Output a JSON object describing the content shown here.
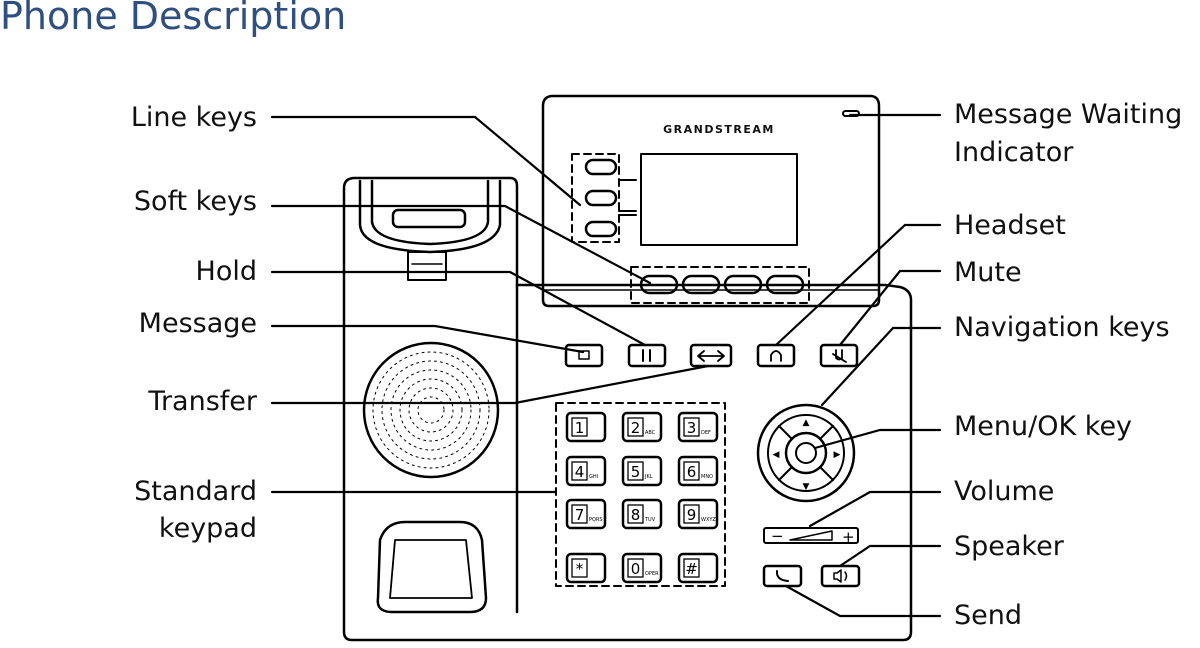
{
  "title": "Phone Description",
  "brand": "GRANDSTREAM",
  "labels_left": {
    "line_keys": "Line keys",
    "soft_keys": "Soft keys",
    "hold": "Hold",
    "message": "Message",
    "transfer": "Transfer",
    "standard_keypad_line1": "Standard",
    "standard_keypad_line2": "keypad"
  },
  "labels_right": {
    "mwi_line1": "Message Waiting",
    "mwi_line2": "Indicator",
    "headset": "Headset",
    "mute": "Mute",
    "navigation_keys": "Navigation keys",
    "menu_ok_key": "Menu/OK key",
    "volume": "Volume",
    "speaker": "Speaker",
    "send": "Send"
  },
  "keypad": {
    "keys": [
      {
        "main": "1",
        "sub": ""
      },
      {
        "main": "2",
        "sub": "ABC"
      },
      {
        "main": "3",
        "sub": "DEF"
      },
      {
        "main": "4",
        "sub": "GHI"
      },
      {
        "main": "5",
        "sub": "JKL"
      },
      {
        "main": "6",
        "sub": "MNO"
      },
      {
        "main": "7",
        "sub": "PQRS"
      },
      {
        "main": "8",
        "sub": "TUV"
      },
      {
        "main": "9",
        "sub": "WXYZ"
      },
      {
        "main": "*",
        "sub": ""
      },
      {
        "main": "0",
        "sub": "OPER"
      },
      {
        "main": "#",
        "sub": ""
      }
    ]
  },
  "volume": {
    "minus": "−",
    "plus": "+"
  },
  "nav": {
    "up": "▲",
    "down": "▼",
    "left": "◀",
    "right": "▶"
  }
}
